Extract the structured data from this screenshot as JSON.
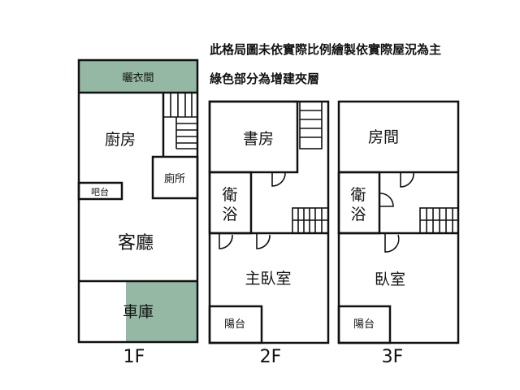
{
  "notes": {
    "line1": "此格局圖未依實際比例繪製依實際屋況為主",
    "line2": "綠色部分為增建夾層"
  },
  "colors": {
    "addition_green": "#94b8a3",
    "wall": "#111111"
  },
  "floor1": {
    "label": "1F",
    "rooms": {
      "laundry": "曬衣間",
      "kitchen": "廚房",
      "toilet": "廁所",
      "bar": "吧台",
      "living": "客廳",
      "garage": "車庫"
    }
  },
  "floor2": {
    "label": "2F",
    "rooms": {
      "study": "書房",
      "bath_top": "衛",
      "bath_bottom": "浴",
      "master": "主臥室",
      "balcony": "陽台"
    }
  },
  "floor3": {
    "label": "3F",
    "rooms": {
      "room": "房間",
      "bath_top": "衛",
      "bath_bottom": "浴",
      "bedroom": "臥室",
      "balcony": "陽台"
    }
  }
}
